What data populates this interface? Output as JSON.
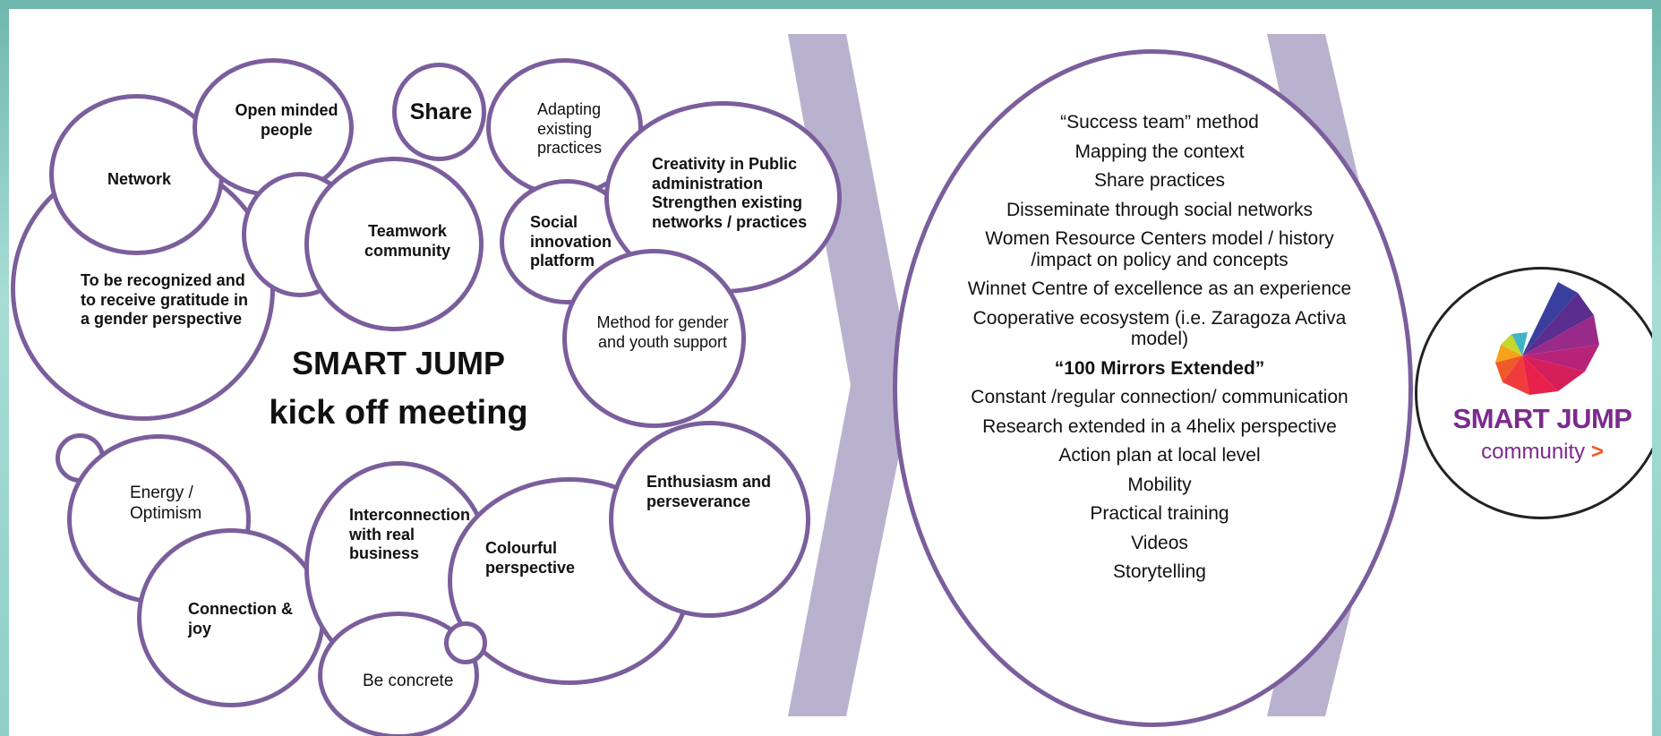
{
  "center": {
    "title_line1": "SMART JUMP",
    "title_line2": "kick off meeting"
  },
  "bubbles": {
    "open_minded": "Open minded people",
    "share": "Share",
    "adapting": "Adapting existing practices",
    "network": "Network",
    "teamwork": "Teamwork community",
    "social_innovation": "Social innovation platform",
    "creativity": "Creativity in Public administration Strengthen existing networks / practices",
    "recognized": "To be recognized and to receive gratitude in a gender perspective",
    "method_gender": "Method for gender and youth support",
    "energy": "Energy / Optimism",
    "interconnection": "Interconnection with real business",
    "enthusiasm": "Enthusiasm and perseverance",
    "colourful": "Colourful perspective",
    "connection_joy": "Connection & joy",
    "be_concrete": "Be concrete"
  },
  "outcomes": [
    "“Success team” method",
    "Mapping the context",
    "Share practices",
    "Disseminate through social networks",
    "Women Resource Centers model / history /impact on policy and concepts",
    "Winnet Centre of excellence as an experience",
    "Cooperative ecosystem (i.e. Zaragoza Activa model)",
    "“100 Mirrors Extended”",
    "Constant /regular connection/ communication",
    "Research extended in a 4helix perspective",
    "Action plan at local level",
    "Mobility",
    "Practical training",
    "Videos",
    "Storytelling"
  ],
  "logo": {
    "title": "SMART JUMP",
    "subtitle": "community",
    "arrow": ">"
  },
  "colors": {
    "bubble_border": "#7b5e9c",
    "chevron": "#b9b2cf",
    "logo_text": "#7c2a8c",
    "logo_arrow": "#f05a28"
  }
}
